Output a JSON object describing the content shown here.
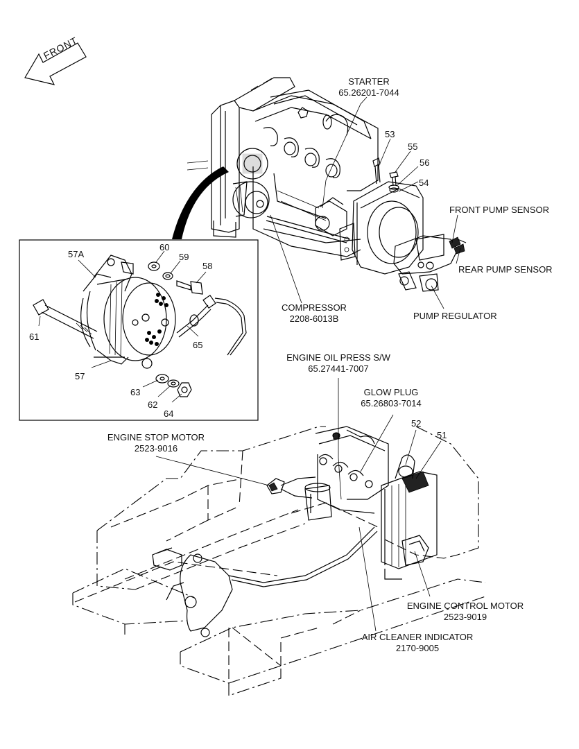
{
  "front_arrow": {
    "label": "FRONT"
  },
  "components": {
    "starter": {
      "name": "STARTER",
      "part": "65.26201-7044"
    },
    "front_pump_sensor": {
      "name": "FRONT PUMP SENSOR"
    },
    "rear_pump_sensor": {
      "name": "REAR PUMP SENSOR"
    },
    "pump_regulator": {
      "name": "PUMP REGULATOR"
    },
    "compressor": {
      "name": "COMPRESSOR",
      "part": "2208-6013B"
    },
    "engine_oil_press_sw": {
      "name": "ENGINE OIL PRESS S/W",
      "part": "65.27441-7007"
    },
    "glow_plug": {
      "name": "GLOW PLUG",
      "part": "65.26803-7014"
    },
    "engine_stop_motor": {
      "name": "ENGINE STOP MOTOR",
      "part": "2523-9016"
    },
    "engine_control_motor": {
      "name": "ENGINE CONTROL MOTOR",
      "part": "2523-9019"
    },
    "air_cleaner_indicator": {
      "name": "AIR CLEANER INDICATOR",
      "part": "2170-9005"
    }
  },
  "callouts": {
    "n53": "53",
    "n55": "55",
    "n56": "56",
    "n54": "54",
    "n60": "60",
    "n57a": "57A",
    "n59": "59",
    "n58": "58",
    "n61": "61",
    "n65": "65",
    "n57": "57",
    "n63": "63",
    "n62": "62",
    "n64": "64",
    "n52": "52",
    "n51": "51"
  }
}
